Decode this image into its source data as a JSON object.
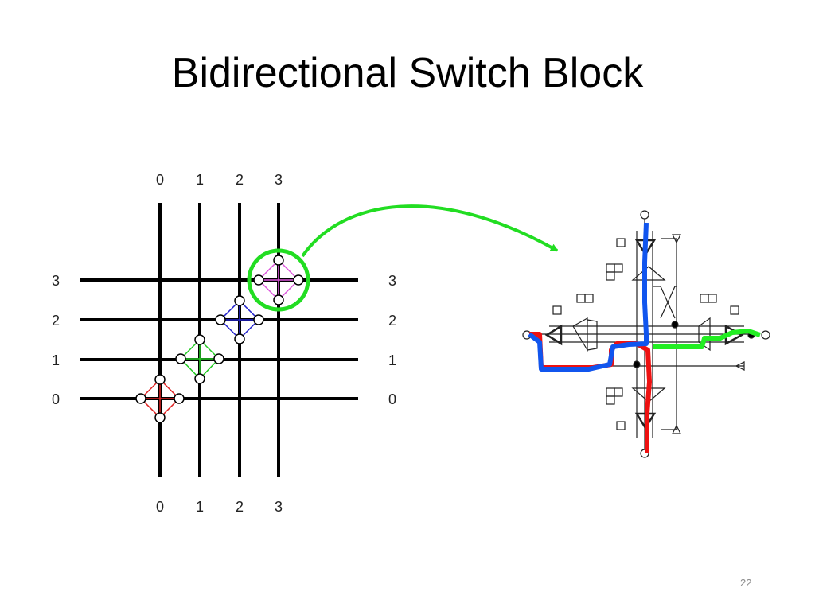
{
  "slide": {
    "title": "Bidirectional Switch Block",
    "page_number": "22"
  },
  "grid": {
    "top_labels": [
      "0",
      "1",
      "2",
      "3"
    ],
    "bottom_labels": [
      "0",
      "1",
      "2",
      "3"
    ],
    "left_labels": [
      "3",
      "2",
      "1",
      "0"
    ],
    "right_labels": [
      "3",
      "2",
      "1",
      "0"
    ]
  },
  "colors": {
    "switch_0": "#e02020",
    "switch_1": "#22cc22",
    "switch_2": "#2020cc",
    "switch_3": "#dd55dd",
    "highlight": "#22dd22",
    "path_red": "#ee1111",
    "path_blue": "#1155ee",
    "path_green": "#22ee22"
  },
  "icons": {
    "highlight_circle": "circle",
    "connector_arrow": "curved-arrow"
  }
}
